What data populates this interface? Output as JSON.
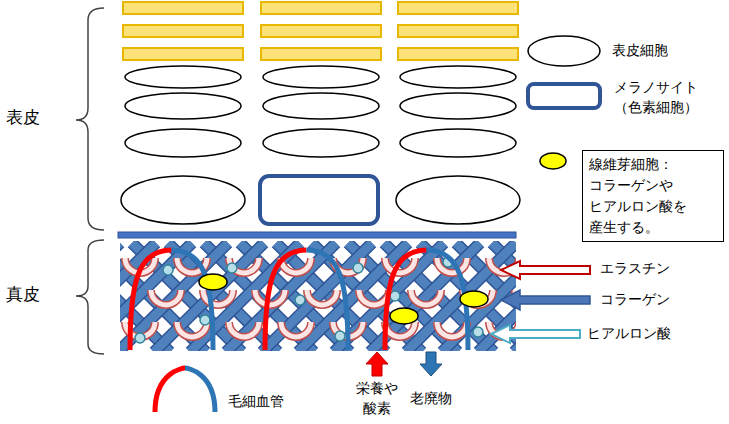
{
  "diagram": {
    "nodes": [
      {
        "text": [
          "線維芽細胞： コラーゲンや ヒアルロン酸を 産生する。"
        ]
      }
    ],
    "labels": [
      "表皮",
      "真皮",
      "エラスチン",
      "コラーゲン",
      "ヒアルロン酸",
      "栄養や 酸素",
      "老廃物"
    ],
    "legend": [
      {
        "text": "表皮細胞"
      },
      {
        "text": "メラノサイト （色素細胞）"
      },
      {
        "text": "毛細血管"
      }
    ]
  }
}
